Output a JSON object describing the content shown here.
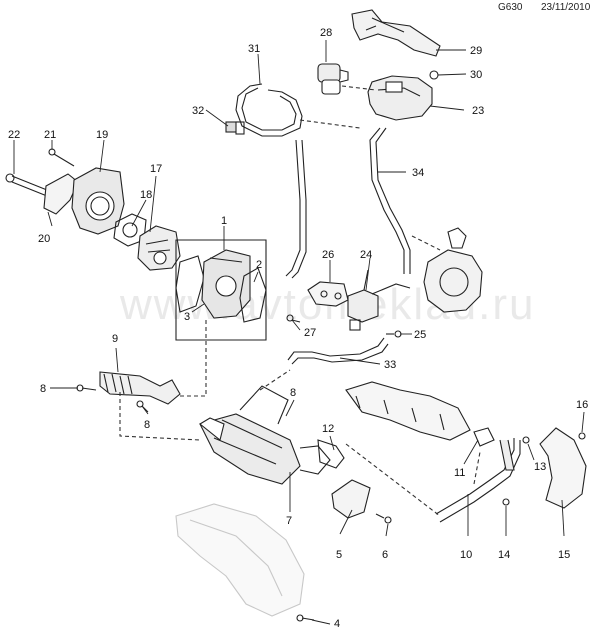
{
  "header": {
    "code": "G630",
    "date": "23/11/2010"
  },
  "watermark": "www.avtomeklad.ru",
  "callouts": [
    "1",
    "2",
    "3",
    "4",
    "5",
    "6",
    "7",
    "8",
    "8",
    "8",
    "9",
    "10",
    "11",
    "12",
    "13",
    "14",
    "15",
    "16",
    "17",
    "18",
    "19",
    "20",
    "21",
    "22",
    "23",
    "24",
    "25",
    "26",
    "27",
    "28",
    "29",
    "30",
    "31",
    "32",
    "33",
    "34"
  ]
}
